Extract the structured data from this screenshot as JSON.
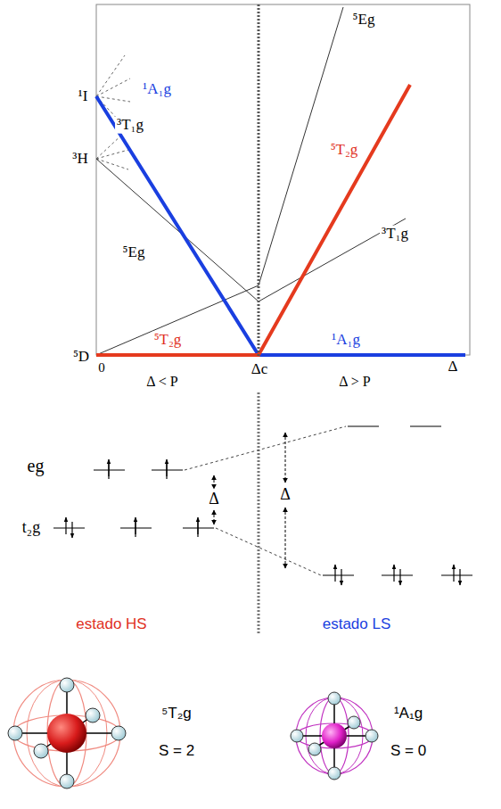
{
  "diagram": {
    "labels": [
      "¹I",
      "³H",
      "⁵D",
      "¹A₁g",
      "³T₁g",
      "⁵Eg",
      "⁵T₂g",
      "⁵Eg",
      "⁵T₂g",
      "³T₁g",
      "¹A₁g",
      "0",
      "Δc",
      "Δ",
      "Δ < P",
      "Δ > P",
      "eg",
      "t₂g",
      "Δ",
      "Δ",
      "estado HS",
      "estado LS",
      "⁵T₂g",
      "S = 2",
      "¹A₁g",
      "S = 0"
    ]
  }
}
